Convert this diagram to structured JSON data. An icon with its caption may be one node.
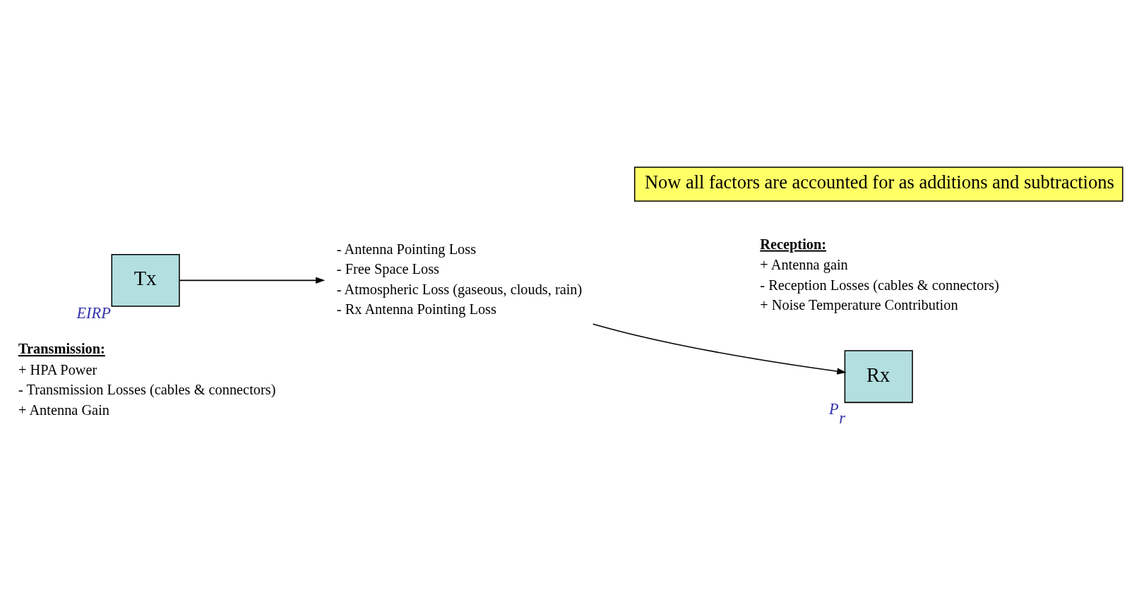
{
  "diagram": {
    "nodes": [
      {
        "text": [
          "Tx"
        ],
        "beside": [
          "EIRP"
        ]
      },
      {
        "text": [
          "- Antenna Pointing Loss",
          "- Free Space Loss",
          "- Atmospheric Loss (gaseous, clouds, rain)",
          "- Rx Antenna Pointing Loss"
        ]
      },
      {
        "text": [
          "Rx"
        ],
        "beside": [
          "P$_{r}$"
        ]
      },
      {
        "text": [
          "Now all factors are accounted for as additions and subtractions"
        ]
      }
    ],
    "edges": [
      {
        "from": 0,
        "to": 1,
        "arrow": "to"
      },
      {
        "from": 1,
        "to": 2,
        "arrow": "to"
      }
    ],
    "labels": [
      "Transmission:",
      "+ HPA Power",
      "- Transmission Losses (cables & connectors)",
      "+ Antenna Gain",
      "Reception:",
      "+ Antenna gain",
      "- Reception Losses (cables & connectors)",
      "+ Noise Temperature Contribution"
    ]
  }
}
